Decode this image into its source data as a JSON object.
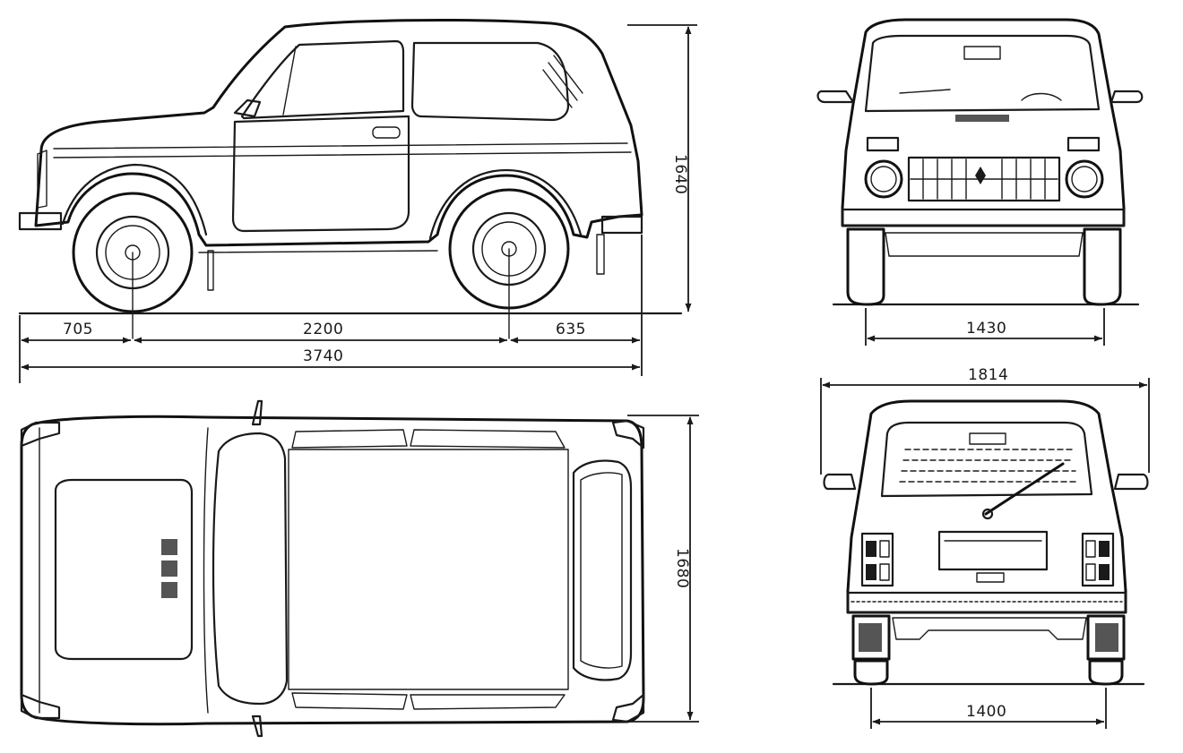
{
  "dimensions": {
    "front_overhang": "705",
    "wheelbase": "2200",
    "rear_overhang": "635",
    "overall_length": "3740",
    "height": "1640",
    "width": "1680",
    "front_track": "1430",
    "mirror_width": "1814",
    "rear_track": "1400"
  }
}
